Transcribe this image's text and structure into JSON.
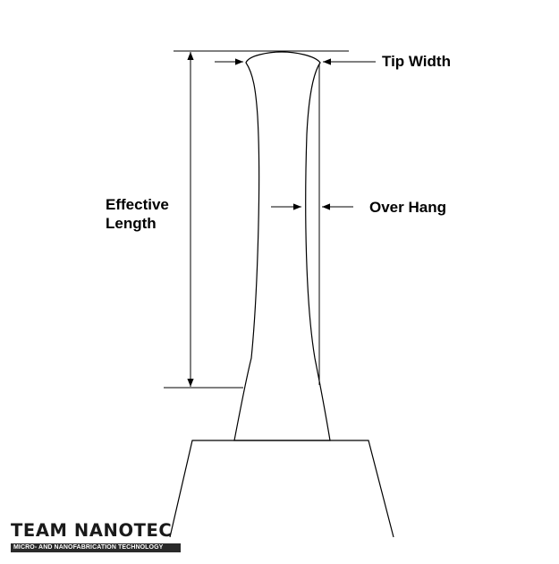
{
  "labels": {
    "tip_width": "Tip Width",
    "over_hang": "Over Hang",
    "effective_length_line1": "Effective",
    "effective_length_line2": "Length"
  },
  "logo": {
    "title": "TEAM NANOTEC",
    "subtitle": "MICRO- AND NANOFABRICATION TECHNOLOGY"
  },
  "colors": {
    "stroke": "#000000",
    "background": "#ffffff",
    "logo_bar": "#2a2a2a"
  }
}
